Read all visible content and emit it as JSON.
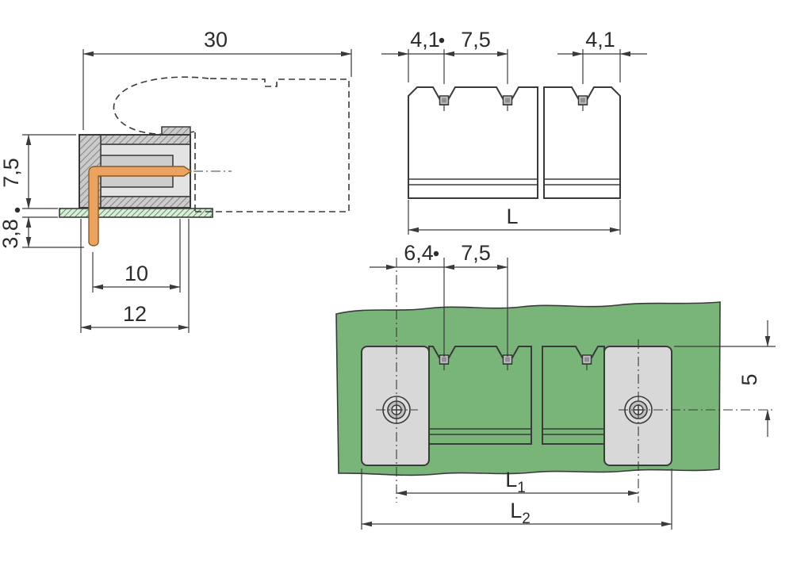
{
  "side_view": {
    "overall_depth": "30",
    "height_above_board": "7,5",
    "pin_length_below_board": "3,8",
    "pin_to_front_face": "10",
    "housing_depth": "12"
  },
  "front_view": {
    "left_end_margin": "4,1",
    "pin_pitch": "7,5",
    "right_end_margin": "4,1",
    "total_length": "L"
  },
  "board_view": {
    "screw_to_first_pin": "6,4",
    "pin_pitch": "7,5",
    "top_edge_to_screw_axis": "5",
    "length_l1": {
      "base": "L",
      "sub": "1"
    },
    "length_l2": {
      "base": "L",
      "sub": "2"
    }
  },
  "colors": {
    "line": "#3a3a3a",
    "housing_gray": "#d2d2d2",
    "housing_gray_light": "#e3e3e3",
    "carrier_gray": "#cccccc",
    "plate_gray": "#d8d8d8",
    "pcb_green": "#79b579",
    "pin_copper": "#eba45f",
    "background": "#ffffff"
  }
}
